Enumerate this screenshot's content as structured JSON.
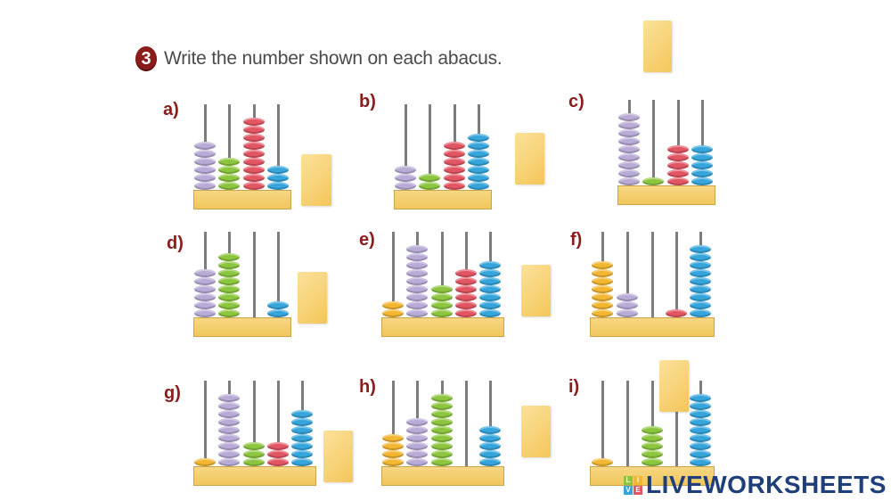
{
  "header": {
    "exercise_number": "3",
    "instruction": "Write the number shown on each abacus."
  },
  "colors": {
    "orange": "#f2b631",
    "purple": "#b8abd6",
    "green": "#8cc63f",
    "red": "#e25563",
    "blue": "#35a5dc",
    "label": "#8b1c1c",
    "base": "#f1c65b",
    "answer_box": "#f6cf6d"
  },
  "abacuses": [
    {
      "label": "a)",
      "rods": [
        {
          "color": "purple",
          "beads": 6
        },
        {
          "color": "green",
          "beads": 4
        },
        {
          "color": "red",
          "beads": 9
        },
        {
          "color": "blue",
          "beads": 3
        }
      ],
      "value": "6493",
      "answer": ""
    },
    {
      "label": "b)",
      "rods": [
        {
          "color": "purple",
          "beads": 3
        },
        {
          "color": "green",
          "beads": 2
        },
        {
          "color": "red",
          "beads": 6
        },
        {
          "color": "blue",
          "beads": 7
        }
      ],
      "value": "3267",
      "answer": ""
    },
    {
      "label": "c)",
      "rods": [
        {
          "color": "purple",
          "beads": 9
        },
        {
          "color": "green",
          "beads": 1
        },
        {
          "color": "red",
          "beads": 5
        },
        {
          "color": "blue",
          "beads": 5
        }
      ],
      "value": "9155",
      "answer": ""
    },
    {
      "label": "d)",
      "rods": [
        {
          "color": "purple",
          "beads": 6
        },
        {
          "color": "green",
          "beads": 8
        },
        {
          "color": "red",
          "beads": 0
        },
        {
          "color": "blue",
          "beads": 2
        }
      ],
      "value": "6802",
      "answer": ""
    },
    {
      "label": "e)",
      "rods": [
        {
          "color": "orange",
          "beads": 2
        },
        {
          "color": "purple",
          "beads": 9
        },
        {
          "color": "green",
          "beads": 4
        },
        {
          "color": "red",
          "beads": 6
        },
        {
          "color": "blue",
          "beads": 7
        }
      ],
      "value": "29467",
      "answer": ""
    },
    {
      "label": "f)",
      "rods": [
        {
          "color": "orange",
          "beads": 7
        },
        {
          "color": "purple",
          "beads": 3
        },
        {
          "color": "green",
          "beads": 0
        },
        {
          "color": "red",
          "beads": 1
        },
        {
          "color": "blue",
          "beads": 9
        }
      ],
      "value": "73019",
      "answer": ""
    },
    {
      "label": "g)",
      "rods": [
        {
          "color": "orange",
          "beads": 1
        },
        {
          "color": "purple",
          "beads": 9
        },
        {
          "color": "green",
          "beads": 3
        },
        {
          "color": "red",
          "beads": 3
        },
        {
          "color": "blue",
          "beads": 7
        }
      ],
      "value": "19337",
      "answer": ""
    },
    {
      "label": "h)",
      "rods": [
        {
          "color": "orange",
          "beads": 4
        },
        {
          "color": "purple",
          "beads": 6
        },
        {
          "color": "green",
          "beads": 9
        },
        {
          "color": "red",
          "beads": 0
        },
        {
          "color": "blue",
          "beads": 5
        }
      ],
      "value": "46905",
      "answer": ""
    },
    {
      "label": "i)",
      "rods": [
        {
          "color": "orange",
          "beads": 1
        },
        {
          "color": "purple",
          "beads": 0
        },
        {
          "color": "green",
          "beads": 5
        },
        {
          "color": "red",
          "beads": 0
        },
        {
          "color": "blue",
          "beads": 9
        }
      ],
      "value": "10509",
      "answer": ""
    }
  ],
  "logo": {
    "tiles": [
      "L",
      "I",
      "V",
      "E"
    ],
    "text": "LIVEWORKSHEETS"
  }
}
